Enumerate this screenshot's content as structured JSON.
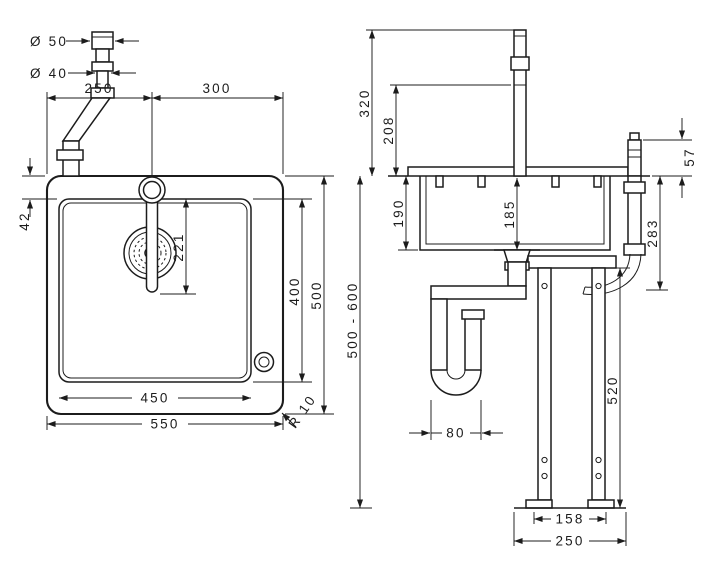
{
  "drawing": {
    "background": "#ffffff",
    "line_color": "#1c1c1c",
    "top_view": {
      "dia_50": "Ø 50",
      "dia_40": "Ø 40",
      "d250": "250",
      "d300": "300",
      "d42": "42",
      "d221": "221",
      "d400": "400",
      "d500": "500",
      "d450": "450",
      "d550": "550",
      "r10": "R 10"
    },
    "front_view": {
      "d320": "320",
      "d208": "208",
      "d57": "57",
      "d190": "190",
      "d185": "185",
      "d283": "283",
      "d500_600": "500 - 600",
      "d520": "520",
      "d80": "80",
      "d158": "158",
      "d250": "250"
    }
  }
}
